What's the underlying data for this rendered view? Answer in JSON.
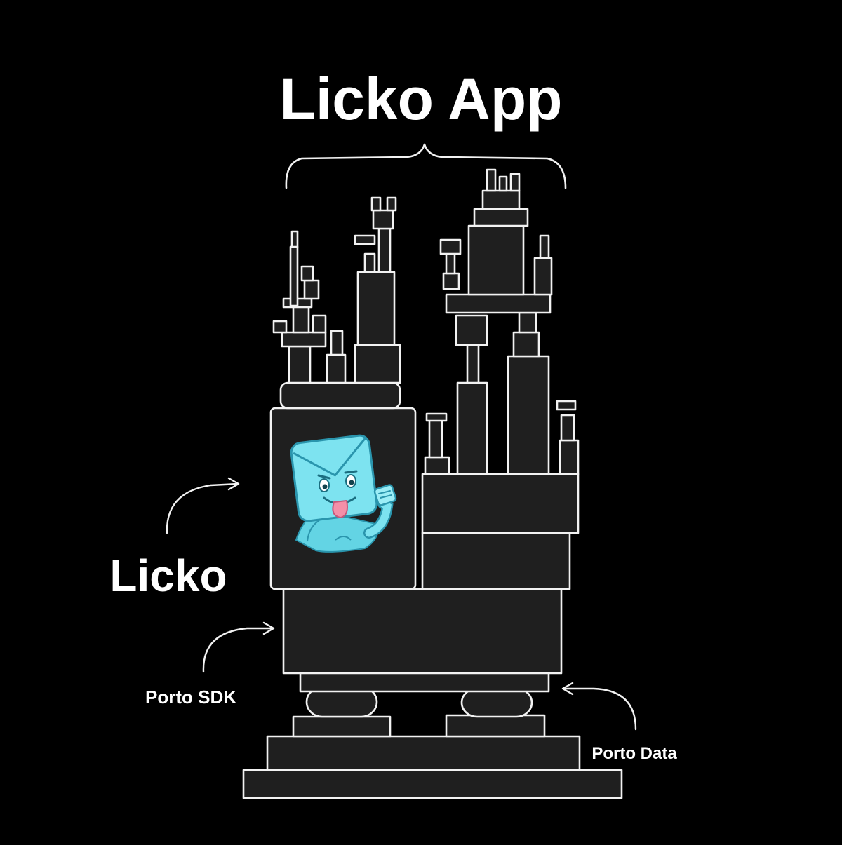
{
  "diagram": {
    "title": "Licko App",
    "labels": {
      "licko": "Licko",
      "porto_sdk": "Porto SDK",
      "porto_data": "Porto Data"
    },
    "colors": {
      "background": "#000000",
      "block_fill": "#1f1f1f",
      "outline": "#f2f2f2",
      "mascot": "#5fd3e6"
    },
    "icons": {
      "mascot": "envelope-mascot-icon",
      "arrow": "curved-arrow-icon",
      "brace": "curly-brace"
    }
  }
}
